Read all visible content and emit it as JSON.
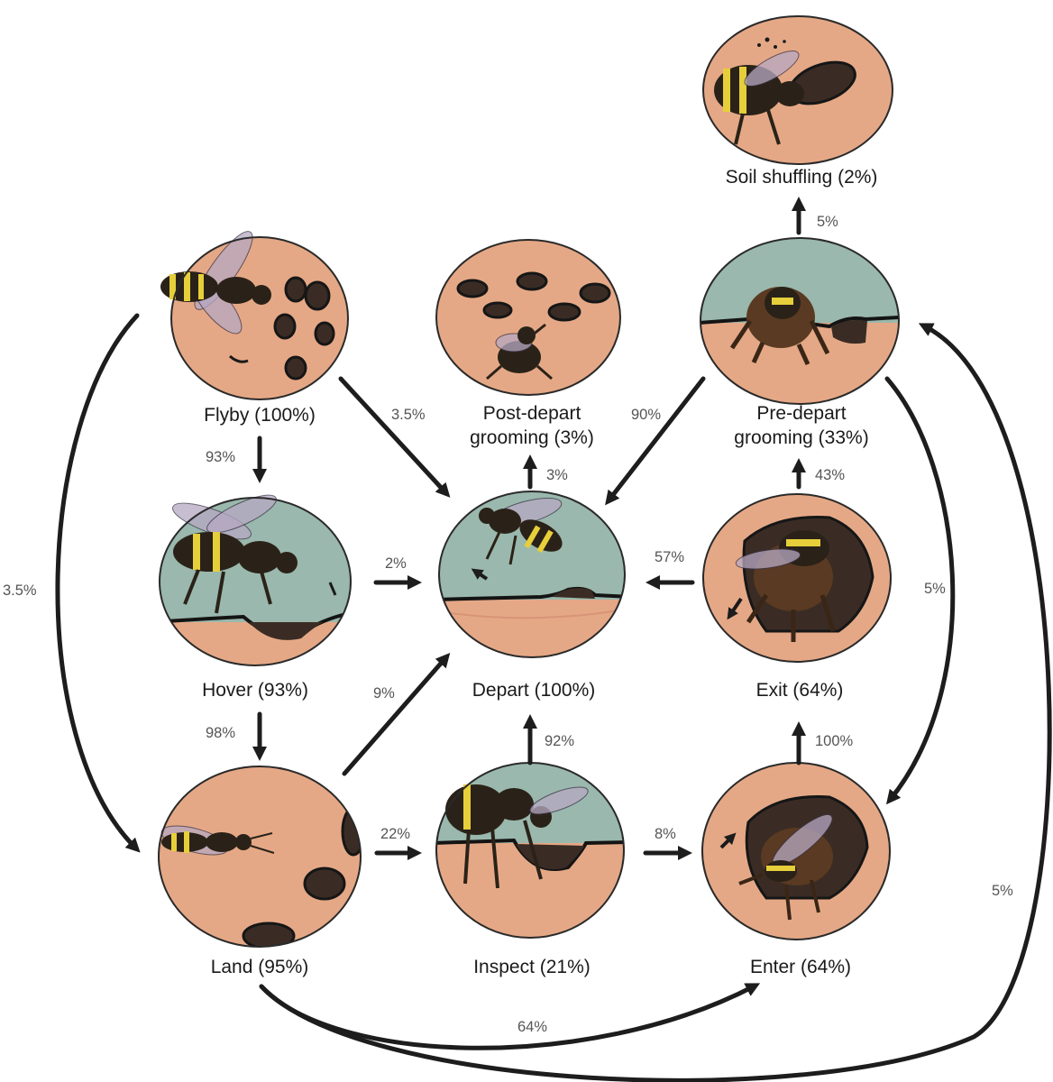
{
  "colors": {
    "soil": "#e5a886",
    "sky": "#9ab8ad",
    "arrow": "#1d1d1d",
    "label_text": "#1a1a1a",
    "edge_text": "#555555"
  },
  "nodes": {
    "flyby": "Flyby (100%)",
    "hover": "Hover (93%)",
    "land": "Land (95%)",
    "post_depart_grooming_line1": "Post-depart",
    "post_depart_grooming_line2": "grooming (3%)",
    "depart": "Depart (100%)",
    "inspect": "Inspect (21%)",
    "soil_shuffling": "Soil shuffling (2%)",
    "pre_depart_grooming_line1": "Pre-depart",
    "pre_depart_grooming_line2": "grooming (33%)",
    "exit": "Exit (64%)",
    "enter": "Enter (64%)"
  },
  "edges": {
    "flyby_hover": "93%",
    "flyby_depart": "3.5%",
    "flyby_land": "3.5%",
    "hover_depart": "2%",
    "hover_land": "98%",
    "land_depart": "9%",
    "land_inspect": "22%",
    "land_enter": "64%",
    "land_pre_depart": "5%",
    "inspect_depart": "92%",
    "inspect_enter": "8%",
    "depart_post_depart": "3%",
    "pre_depart_depart": "90%",
    "pre_depart_soil": "5%",
    "pre_depart_enter": "5%",
    "exit_depart": "57%",
    "exit_pre_depart": "43%",
    "enter_exit": "100%"
  }
}
